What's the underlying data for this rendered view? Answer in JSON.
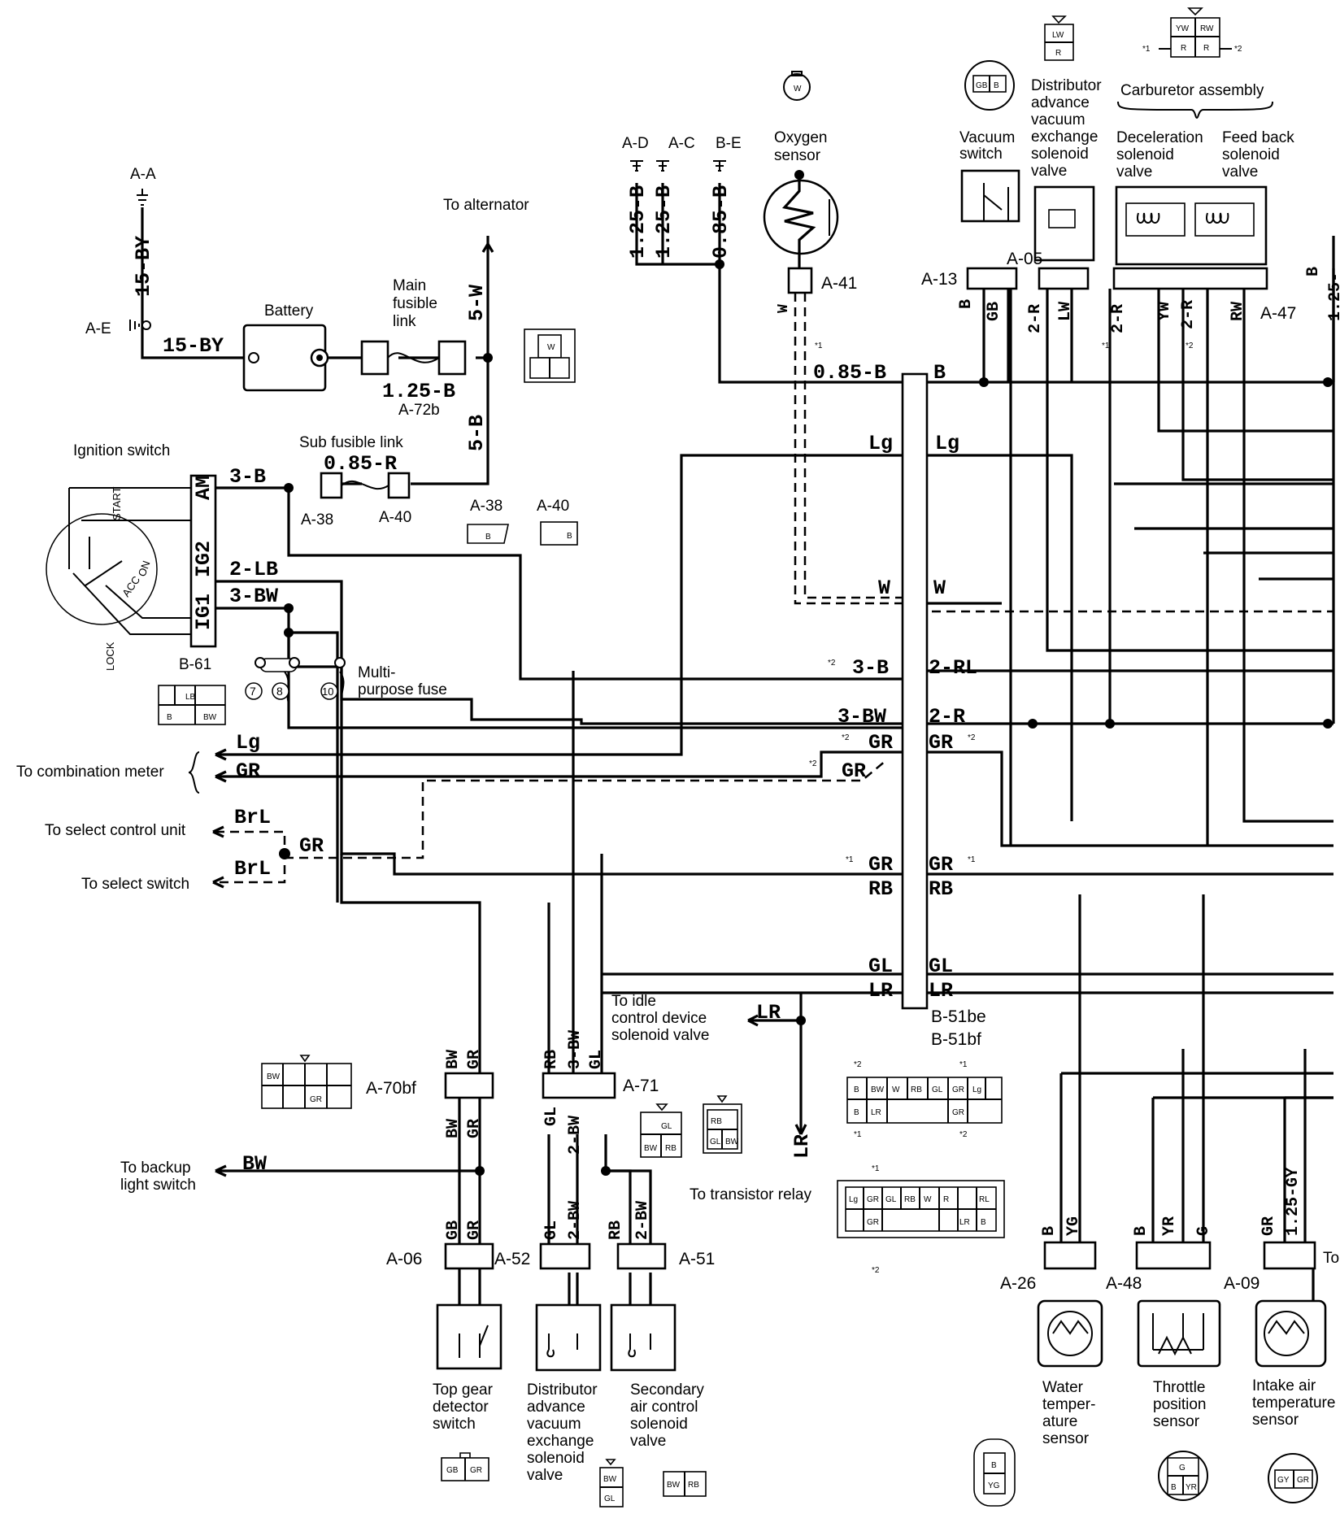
{
  "grounds": {
    "aa": "A-A",
    "ae": "A-E",
    "ad": "A-D",
    "ac": "A-C",
    "be": "B-E"
  },
  "components": {
    "battery": "Battery",
    "main_fusible_link": [
      "Main",
      "fusible",
      "link"
    ],
    "to_alternator": "To alternator",
    "sub_fusible_link": "Sub fusible link",
    "ignition_switch": "Ignition switch",
    "ign_terminals": [
      "AM",
      "IG2",
      "IG1"
    ],
    "ign_positions": [
      "START",
      "ON",
      "ACC",
      "LOCK"
    ],
    "multi_purpose_fuse": [
      "Multi-",
      "purpose fuse"
    ],
    "fuse_numbers": [
      "7",
      "8",
      "10"
    ],
    "oxygen_sensor": [
      "Oxygen",
      "sensor"
    ],
    "vacuum_switch": [
      "Vacuum",
      "switch"
    ],
    "distributor_valve_top": [
      "Distributor",
      "advance",
      "vacuum",
      "exchange",
      "solenoid",
      "valve"
    ],
    "carburetor_assembly": "Carburetor assembly",
    "deceleration_valve": [
      "Deceleration",
      "solenoid",
      "valve"
    ],
    "feedback_valve": [
      "Feed back",
      "solenoid",
      "valve"
    ],
    "to_combination_meter": "To combination meter",
    "to_select_control_unit": "To select control unit",
    "to_select_switch": "To select switch",
    "to_idle_control": [
      "To idle",
      "control device",
      "solenoid valve"
    ],
    "to_transistor_relay": "To transistor relay",
    "to_backup_light": [
      "To backup",
      "light switch"
    ],
    "top_gear_switch": [
      "Top gear",
      "detector",
      "switch"
    ],
    "distributor_valve_bottom": [
      "Distributor",
      "advance",
      "vacuum",
      "exchange",
      "solenoid",
      "valve"
    ],
    "secondary_air_valve": [
      "Secondary",
      "air control",
      "solenoid",
      "valve"
    ],
    "water_temp_sensor": [
      "Water",
      "temper-",
      "ature",
      "sensor"
    ],
    "throttle_sensor": [
      "Throttle",
      "position",
      "sensor"
    ],
    "intake_air_sensor": [
      "Intake air",
      "temperature",
      "sensor"
    ],
    "cut_text": "To"
  },
  "connectors": {
    "a72b": "A-72b",
    "a38": "A-38",
    "a40": "A-40",
    "b61": "B-61",
    "a41": "A-41",
    "a13": "A-13",
    "a05": "A-05",
    "a47": "A-47",
    "b51be": "B-51be",
    "b51bf": "B-51bf",
    "a70bf": "A-70bf",
    "a71": "A-71",
    "a06": "A-06",
    "a52": "A-52",
    "a51": "A-51",
    "a26": "A-26",
    "a48": "A-48",
    "a09": "A-09"
  },
  "wires": {
    "aa": "15-BY",
    "ae": "15-BY",
    "main_link": "1.25-B",
    "alt": "5-W",
    "bat2": "5-B",
    "sub_link": "0.85-R",
    "am": "3-B",
    "ig2": "2-LB",
    "ig1": "3-BW",
    "ad": "1.25-B",
    "ac": "1.25-B",
    "be": "0.85-B",
    "be_run": "0.85-B",
    "b": "B",
    "lg": "Lg",
    "w": "W",
    "b3": "3-B",
    "rl2": "2-RL",
    "bw3": "3-BW",
    "r2": "2-R",
    "gr": "GR",
    "rb": "RB",
    "gl": "GL",
    "lr": "LR",
    "brl": "BrL",
    "a13_b": "B",
    "a13_gb": "GB",
    "a05_2r": "2-R",
    "a05_lw": "LW",
    "a47_2r": "2-R",
    "a47_yw": "YW",
    "a47_2r2": "2-R",
    "a47_rw": "RW",
    "edge_b": "B",
    "edge_125": "1.25-",
    "a70_bw": "BW",
    "a70_gr": "GR",
    "a71_rb": "RB",
    "a71_3bw": "3-BW",
    "a71_gl": "GL",
    "a71_gl2": "GL",
    "a71_2bw": "2-BW",
    "bw": "BW",
    "a06_gb": "GB",
    "a06_gr": "GR",
    "a52_gl": "GL",
    "a52_2bw": "2-BW",
    "a51_rb": "RB",
    "a51_2bw": "2-BW",
    "a26_b": "B",
    "a26_yg": "YG",
    "a48_b": "B",
    "a48_yr": "YR",
    "a48_g": "G",
    "a09_gr": "GR",
    "a09_125gy": "1.25-GY"
  },
  "notes": {
    "n1": "*1",
    "n2": "*2"
  },
  "connector_faces": {
    "dist_top": [
      "LW",
      "R"
    ],
    "carb": [
      "YW",
      "RW",
      "R",
      "R"
    ],
    "vacuum_sw": [
      "GB",
      "B"
    ],
    "oxygen": "W",
    "a72b": "W",
    "a38": "B",
    "a40": "B",
    "b61": [
      "LB",
      "B",
      "BW"
    ],
    "a70bf": [
      "BW",
      "GR"
    ],
    "a71": [
      "GL",
      "BW",
      "RB"
    ],
    "a52_face": [
      "RB",
      "GL",
      "BW"
    ],
    "b51be_row1": [
      "B",
      "BW",
      "W",
      "RB",
      "GL",
      "GR",
      "Lg"
    ],
    "b51be_row2": [
      "B",
      "LR",
      "GR"
    ],
    "b51bf_row1": [
      "Lg",
      "GR",
      "GL",
      "RB",
      "W",
      "R",
      "RL"
    ],
    "b51bf_row2": [
      "GR",
      "LR",
      "B"
    ],
    "a06_face": [
      "GB",
      "GR"
    ],
    "dist_bot_face": [
      "BW",
      "GL"
    ],
    "sec_air_face": [
      "BW",
      "RB"
    ],
    "water_face": [
      "B",
      "YG"
    ],
    "throttle_face": [
      "G",
      "B",
      "YR"
    ],
    "intake_face": [
      "GY",
      "GR"
    ]
  }
}
